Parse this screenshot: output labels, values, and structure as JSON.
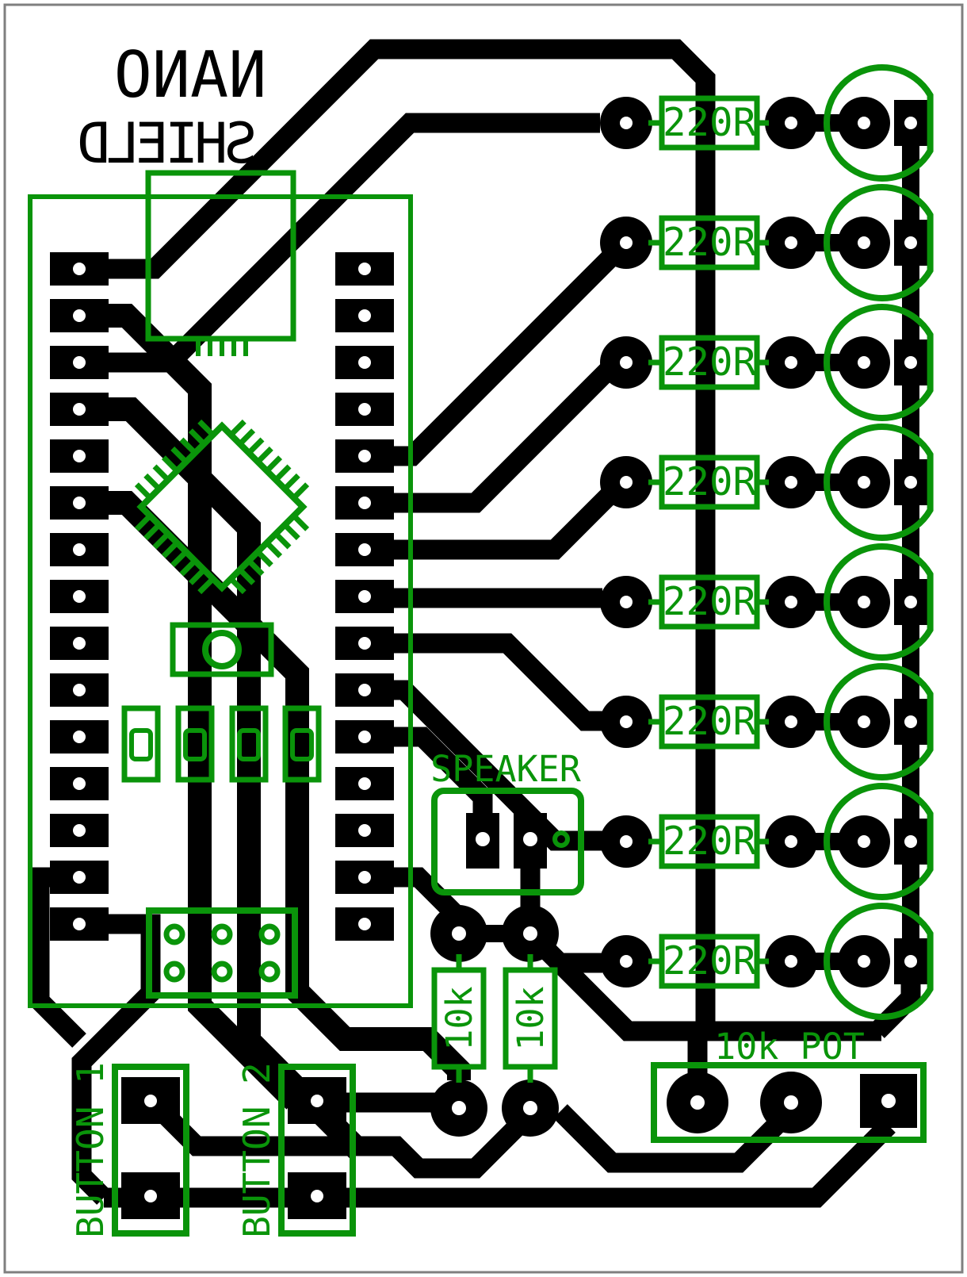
{
  "title": {
    "line1": "NANO",
    "line2": "SHIELD"
  },
  "colors": {
    "silkscreen": "#0a940a",
    "copper": "#000000",
    "board": "#ffffff",
    "border": "#7f7f7f"
  },
  "labels": {
    "resistor_220": "220R",
    "resistor_10k": "10k",
    "speaker": "SPEAKER",
    "pot": "10k POT",
    "button1": "BUTTON 1",
    "button2": "BUTTON 2"
  },
  "counts": {
    "led_rows": 8,
    "header_pins_per_side": 15,
    "icsp_pins": 6,
    "resistors_220": 8,
    "resistors_10k": 2,
    "buttons": 2
  }
}
